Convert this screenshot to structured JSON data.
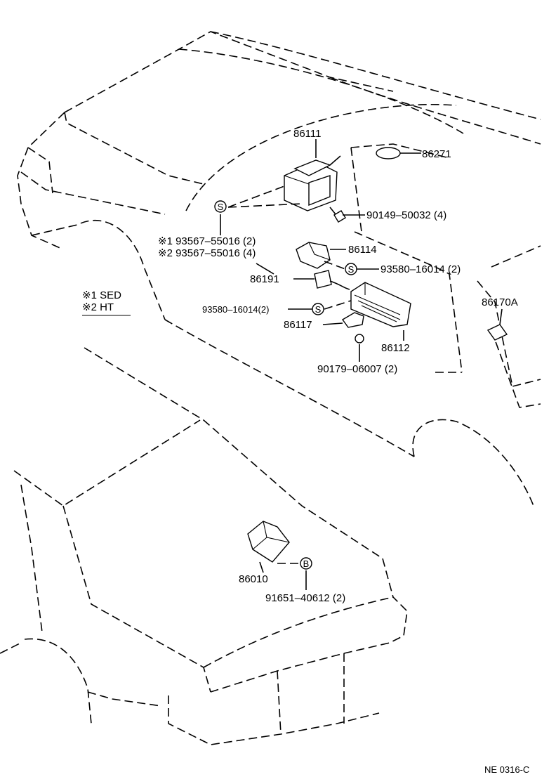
{
  "labels": {
    "p86111": "86111",
    "p86271": "86271",
    "p90149": "90149–50032 (4)",
    "p93567a": "※1  93567–55016 (2)",
    "p93567b": "※2  93567–55016 (4)",
    "p86114": "86114",
    "p93580a": "93580–16014 (2)",
    "p86191": "86191",
    "p93580b": "93580–16014(2)",
    "p86117": "86117",
    "p86112": "86112",
    "p90179": "90179–06007 (2)",
    "p86170a": "86170A",
    "p86010": "86010",
    "p91651": "91651–40612 (2)",
    "screw_s": "S",
    "bolt_b": "B"
  },
  "legend": {
    "sed": "※1  SED",
    "ht": "※2  HT"
  },
  "figure_code": "NE 0316-C"
}
